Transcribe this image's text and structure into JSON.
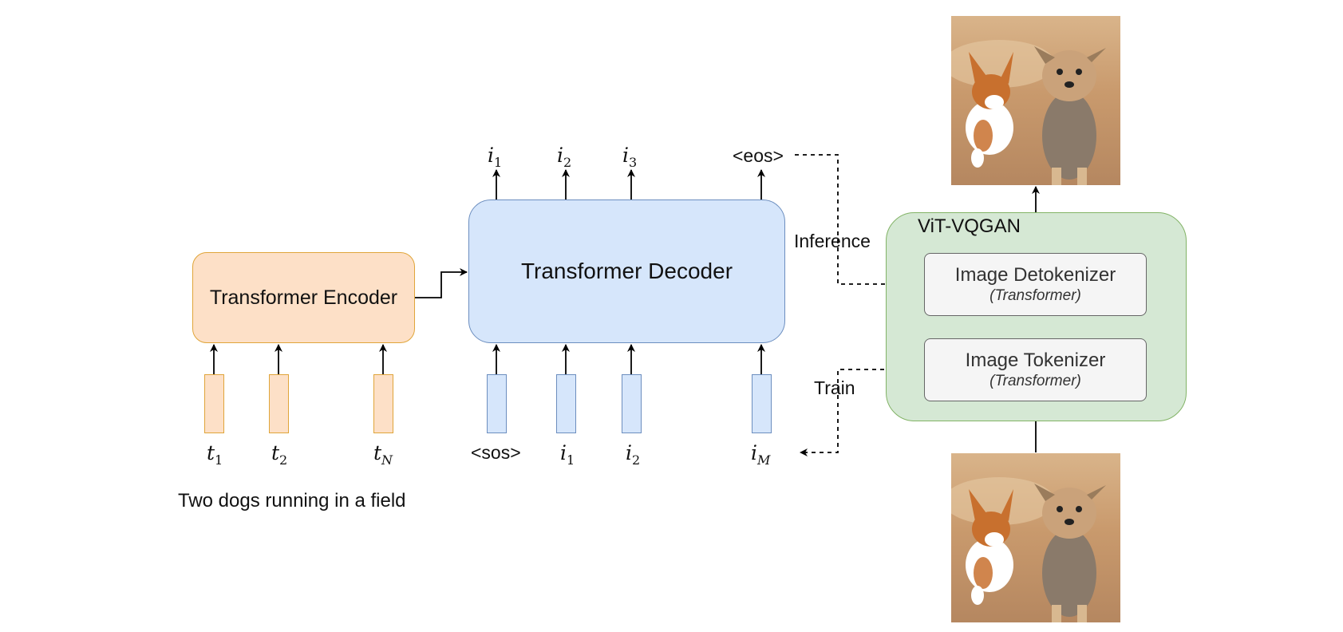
{
  "encoder": {
    "label": "Transformer Encoder"
  },
  "decoder": {
    "label": "Transformer Decoder"
  },
  "vitvqgan": {
    "label": "ViT-VQGAN",
    "detokenizer": {
      "title": "Image Detokenizer",
      "subtitle": "(Transformer)"
    },
    "tokenizer": {
      "title": "Image Tokenizer",
      "subtitle": "(Transformer)"
    }
  },
  "text_tokens": [
    {
      "base": "t",
      "sub": "1"
    },
    {
      "base": "t",
      "sub": "2"
    },
    {
      "base": "t",
      "sub": "N"
    }
  ],
  "decoder_inputs": {
    "sos": "<sos>",
    "tokens": [
      {
        "base": "i",
        "sub": "1"
      },
      {
        "base": "i",
        "sub": "2"
      },
      {
        "base": "i",
        "sub": "M"
      }
    ]
  },
  "decoder_outputs": {
    "tokens": [
      {
        "base": "i",
        "sub": "1"
      },
      {
        "base": "i",
        "sub": "2"
      },
      {
        "base": "i",
        "sub": "3"
      }
    ],
    "eos": "<eos>"
  },
  "caption": "Two dogs running in a field",
  "edge_labels": {
    "inference": "Inference",
    "train": "Train"
  },
  "colors": {
    "encoder_fill": "#fde0c7",
    "encoder_stroke": "#e0a53a",
    "decoder_fill": "#d6e6fb",
    "decoder_stroke": "#6c8ebf",
    "vq_fill": "#d5e8d4",
    "vq_stroke": "#82b366"
  },
  "images": {
    "input_photo": "dogs-photo",
    "output_photo": "dogs-photo"
  }
}
